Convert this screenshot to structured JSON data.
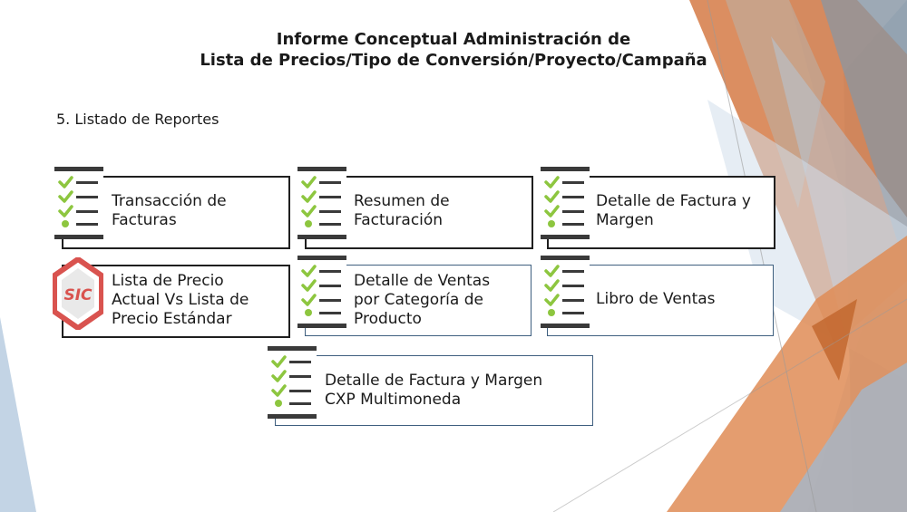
{
  "title": {
    "line1": "Informe Conceptual Administración de",
    "line2": "Lista de Precios/Tipo de Conversión/Proyecto/Campaña"
  },
  "section_heading": "5. Listado de Reportes",
  "reports": [
    {
      "line1": "Transacción de",
      "line2": "Facturas",
      "line3": "",
      "icon": "checklist-icon"
    },
    {
      "line1": "Resumen de",
      "line2": "Facturación",
      "line3": "",
      "icon": "checklist-icon"
    },
    {
      "line1": "Detalle de Factura y",
      "line2": "Margen",
      "line3": "",
      "icon": "checklist-icon"
    },
    {
      "line1": "Lista de Precio",
      "line2": "Actual Vs Lista de",
      "line3": "Precio Estándar",
      "icon": "sic-hexagon-icon",
      "icon_text": "SIC"
    },
    {
      "line1": "Detalle de Ventas",
      "line2": "por Categoría de",
      "line3": "Producto",
      "icon": "checklist-icon"
    },
    {
      "line1": "Libro de Ventas",
      "line2": "",
      "line3": "",
      "icon": "checklist-icon"
    },
    {
      "line1": "Detalle de Factura y Margen",
      "line2": "CXP Multimoneda",
      "line3": "",
      "icon": "checklist-icon"
    }
  ],
  "colors": {
    "check_green": "#8dc63f",
    "bullet_green": "#8dc63f",
    "sic_red": "#d9534f",
    "accent_orange": "#d97b46",
    "accent_blue": "#9bb8d3"
  }
}
